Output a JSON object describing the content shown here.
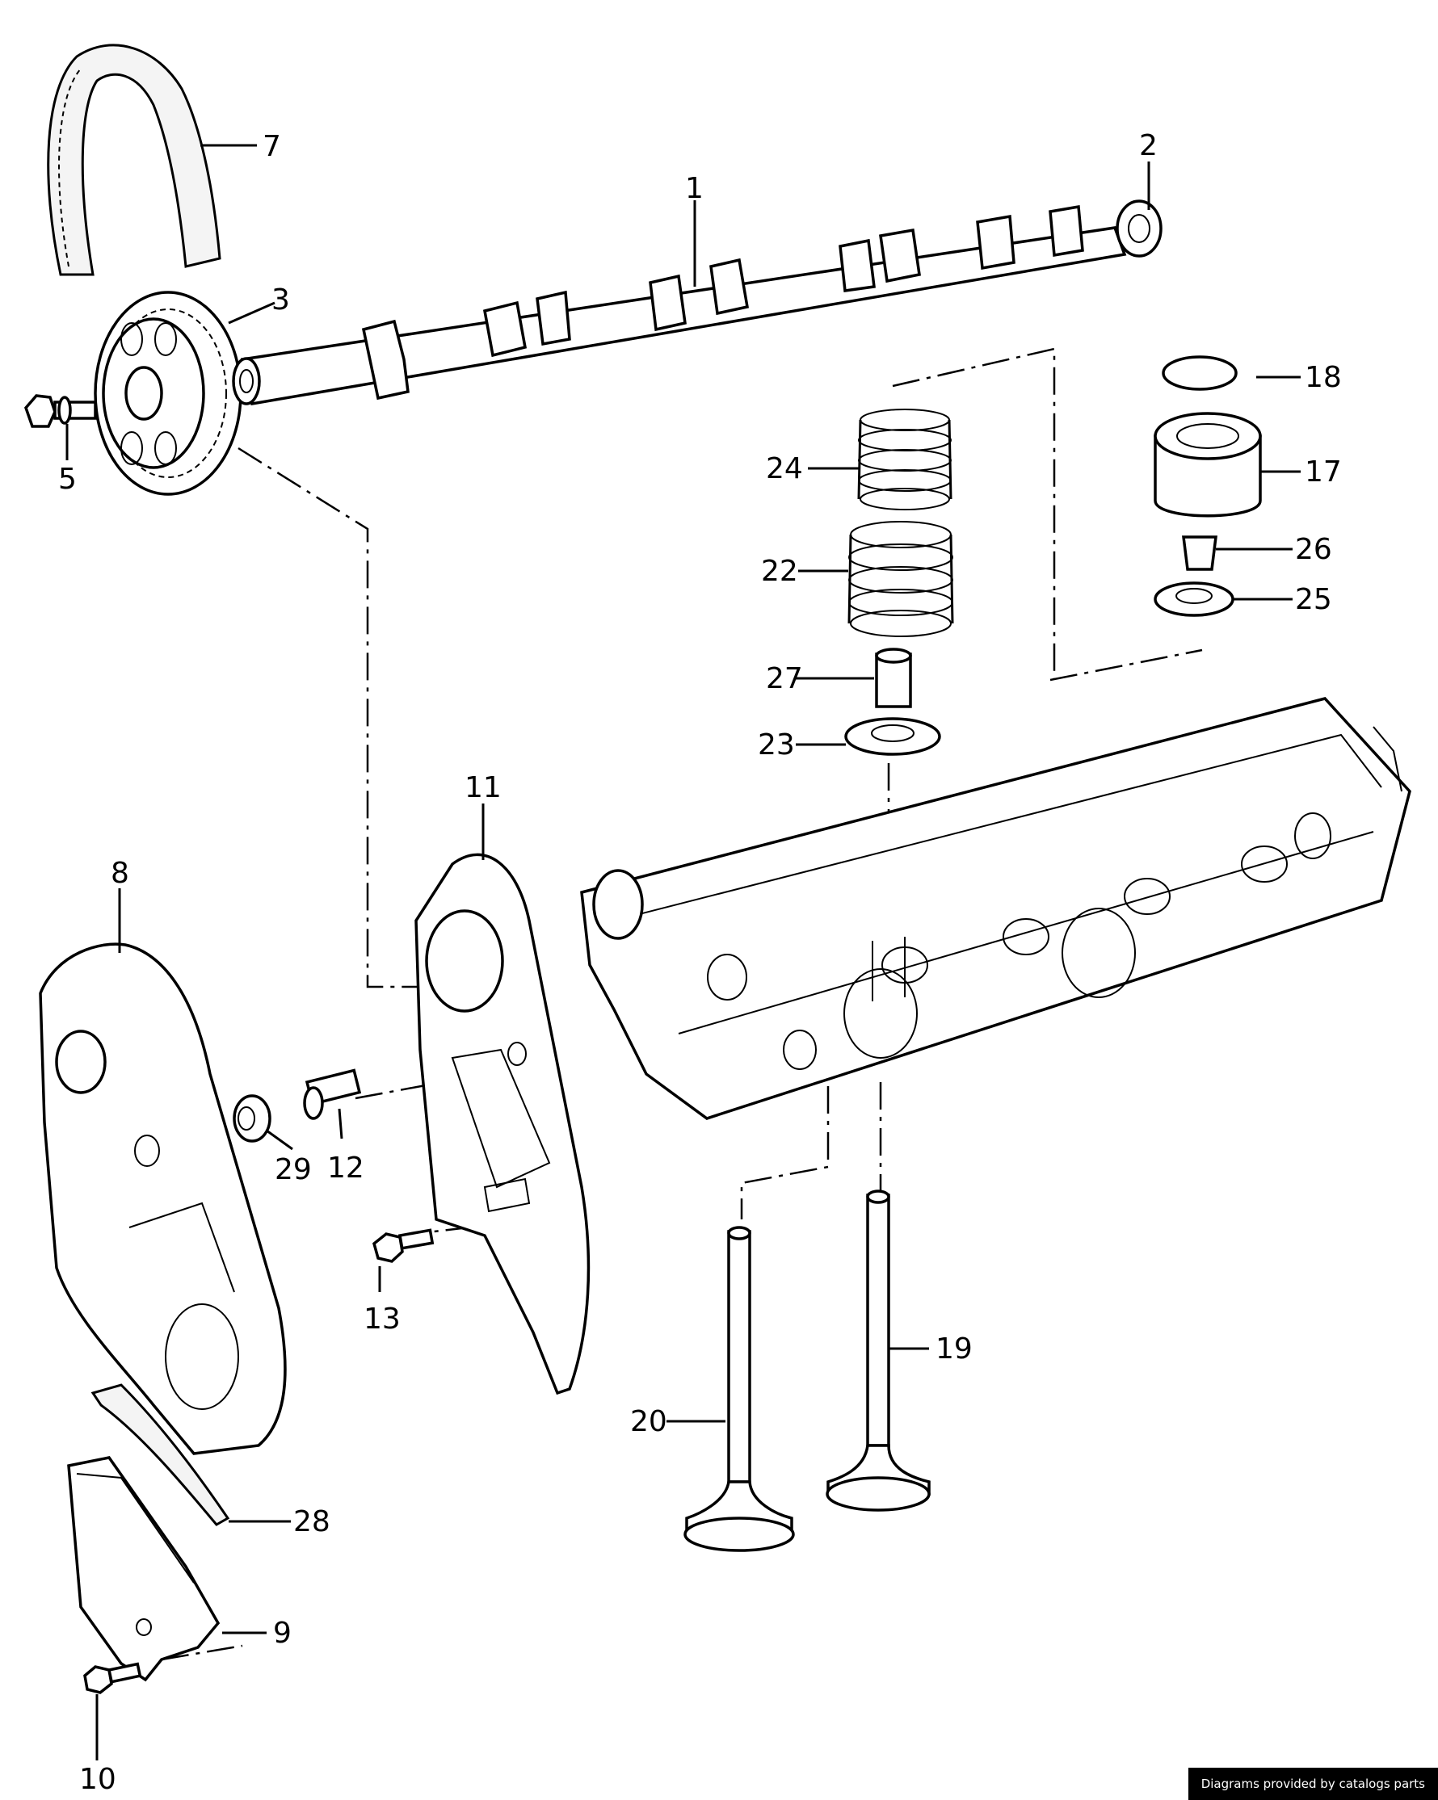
{
  "labels": [
    {
      "id": "1",
      "text": "1"
    },
    {
      "id": "2",
      "text": "2"
    },
    {
      "id": "3",
      "text": "3"
    },
    {
      "id": "5",
      "text": "5"
    },
    {
      "id": "7",
      "text": "7"
    },
    {
      "id": "8",
      "text": "8"
    },
    {
      "id": "9",
      "text": "9"
    },
    {
      "id": "10",
      "text": "10"
    },
    {
      "id": "11",
      "text": "11"
    },
    {
      "id": "12",
      "text": "12"
    },
    {
      "id": "13",
      "text": "13"
    },
    {
      "id": "17",
      "text": "17"
    },
    {
      "id": "18",
      "text": "18"
    },
    {
      "id": "19",
      "text": "19"
    },
    {
      "id": "20",
      "text": "20"
    },
    {
      "id": "22",
      "text": "22"
    },
    {
      "id": "23",
      "text": "23"
    },
    {
      "id": "24",
      "text": "24"
    },
    {
      "id": "25",
      "text": "25"
    },
    {
      "id": "26",
      "text": "26"
    },
    {
      "id": "27",
      "text": "27"
    },
    {
      "id": "28",
      "text": "28"
    },
    {
      "id": "29",
      "text": "29"
    }
  ],
  "credit": "Diagrams provided by catalogs parts"
}
